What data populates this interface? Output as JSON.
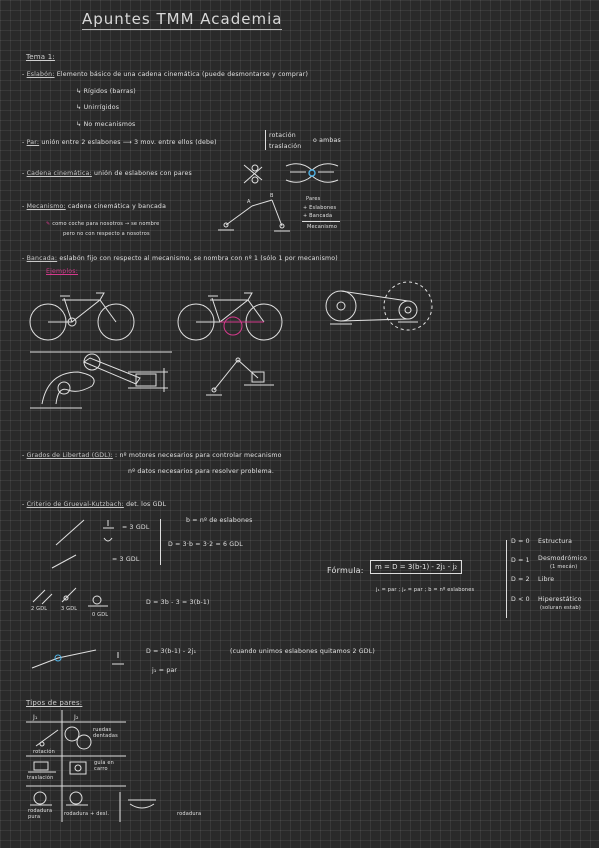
{
  "title": "Apuntes TMM Academia",
  "tema": "Tema 1:",
  "eslabon": {
    "label": "Eslabón:",
    "def": "Elemento básico de una cadena cinemática (puede desmontarse y comprar)",
    "types": [
      "Rígidos (barras)",
      "Unirrígidos",
      "No mecanismos"
    ]
  },
  "par": {
    "label": "Par:",
    "def": "unión entre 2 eslabones",
    "arrow": "3 mov. entre ellos (debe)",
    "rot": "rotación",
    "tras": "traslación",
    "both": "o ambas"
  },
  "cadena": {
    "label": "Cadena cinemática:",
    "def": "unión de eslabones con pares"
  },
  "mecanismo": {
    "label": "Mecanismo:",
    "def": "cadena cinemática y bancada",
    "note1": "como coche para nosotros → se nombre",
    "note2": "pero no con respecto a nosotros",
    "side": [
      "Pares",
      "+ Eslabones",
      "+ Bancada",
      "Mecanismo"
    ],
    "letters": [
      "A",
      "B"
    ]
  },
  "bancada": {
    "label": "Bancada:",
    "def": "eslabón fijo con respecto al mecanismo, se nombra con nº 1 (sólo 1 por mecanismo)",
    "example": "Ejemplos:"
  },
  "gdl": {
    "label": "Grados de Libertad (GDL):",
    "def1": "nº motores necesarios para controlar mecanismo",
    "def2": "nº datos necesarios para resolver problema."
  },
  "gruebler": {
    "label": "Criterio de Grueval-Kutzbach:",
    "def": "det. los GDL",
    "eq1": "= 3 GDL",
    "eq2": "= 3 GDL",
    "bdef": "b = nº de eslabones",
    "eqD": "D = 3·b = 3·2 = 6 GDL",
    "formula_label": "Fórmula:",
    "formula": "m = D = 3(b-1) - 2j₁ - j₂",
    "formula_note": "j₁ = par ; j₂ = par ; b = nº eslabones",
    "cases": [
      {
        "d": "D = 0",
        "name": "Estructura",
        "extra": ""
      },
      {
        "d": "D = 1",
        "name": "Desmodrómico",
        "extra": "(1 mecán)"
      },
      {
        "d": "D = 2",
        "name": "Libre",
        "extra": ""
      },
      {
        "d": "D < 0",
        "name": "Hiperestático",
        "extra": "(soluran estab)"
      }
    ],
    "gdl_labels": [
      "2 GDL",
      "3 GDL",
      "0 GDL"
    ],
    "eq3": "D = 3b - 3 = 3(b-1)",
    "eq4": "D = 3(b-1) - 2j₁",
    "eq4_note": "(cuando unimos eslabones quitamos 2 GDL)",
    "j1": "j₁ = par"
  },
  "pares": {
    "label": "Tipos de pares:",
    "col1": "J₁",
    "col2": "J₂",
    "cells": [
      "rotación",
      "ruedas dentadas",
      "traslación",
      "guía en carro",
      "rodadura pura",
      "rodadura + desl.",
      "rodadura"
    ]
  }
}
